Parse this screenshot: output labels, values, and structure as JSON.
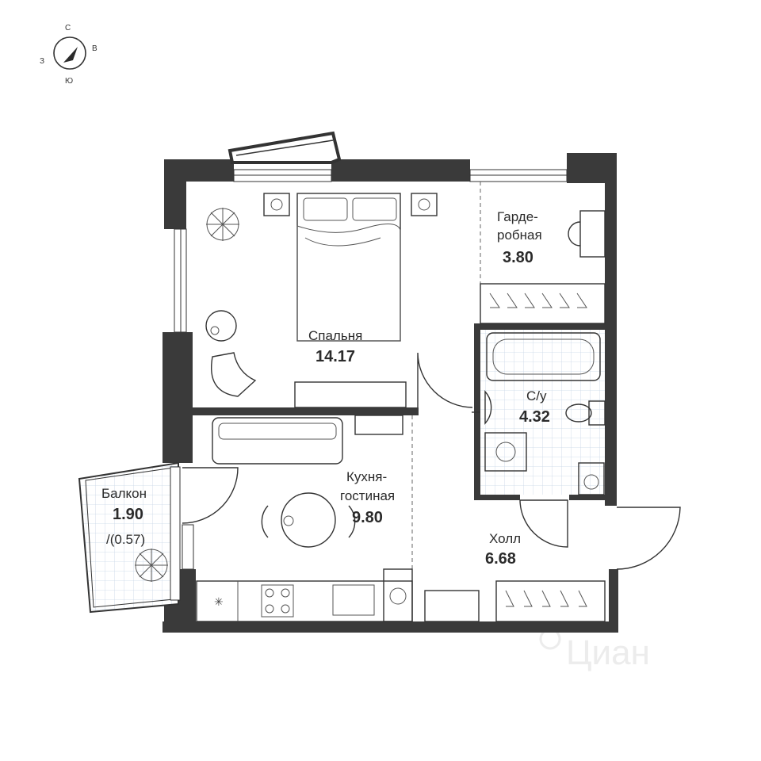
{
  "compass": {
    "north": "С",
    "south": "Ю",
    "west": "З",
    "east": "В"
  },
  "rooms": {
    "bedroom": {
      "name": "Спальня",
      "area": "14.17"
    },
    "wardrobe": {
      "name_line1": "Гарде-",
      "name_line2": "робная",
      "area": "3.80"
    },
    "bathroom": {
      "name": "С/у",
      "area": "4.32"
    },
    "kitchen": {
      "name_line1": "Кухня-",
      "name_line2": "гостиная",
      "area": "9.80"
    },
    "hall": {
      "name": "Холл",
      "area": "6.68"
    },
    "balcony": {
      "name": "Балкон",
      "area": "1.90",
      "reduced_area": "/(0.57)"
    }
  },
  "watermark": "Циан",
  "colors": {
    "wall": "#3a3a3a",
    "tile_grid": "#c9d6e6",
    "background": "#ffffff"
  }
}
